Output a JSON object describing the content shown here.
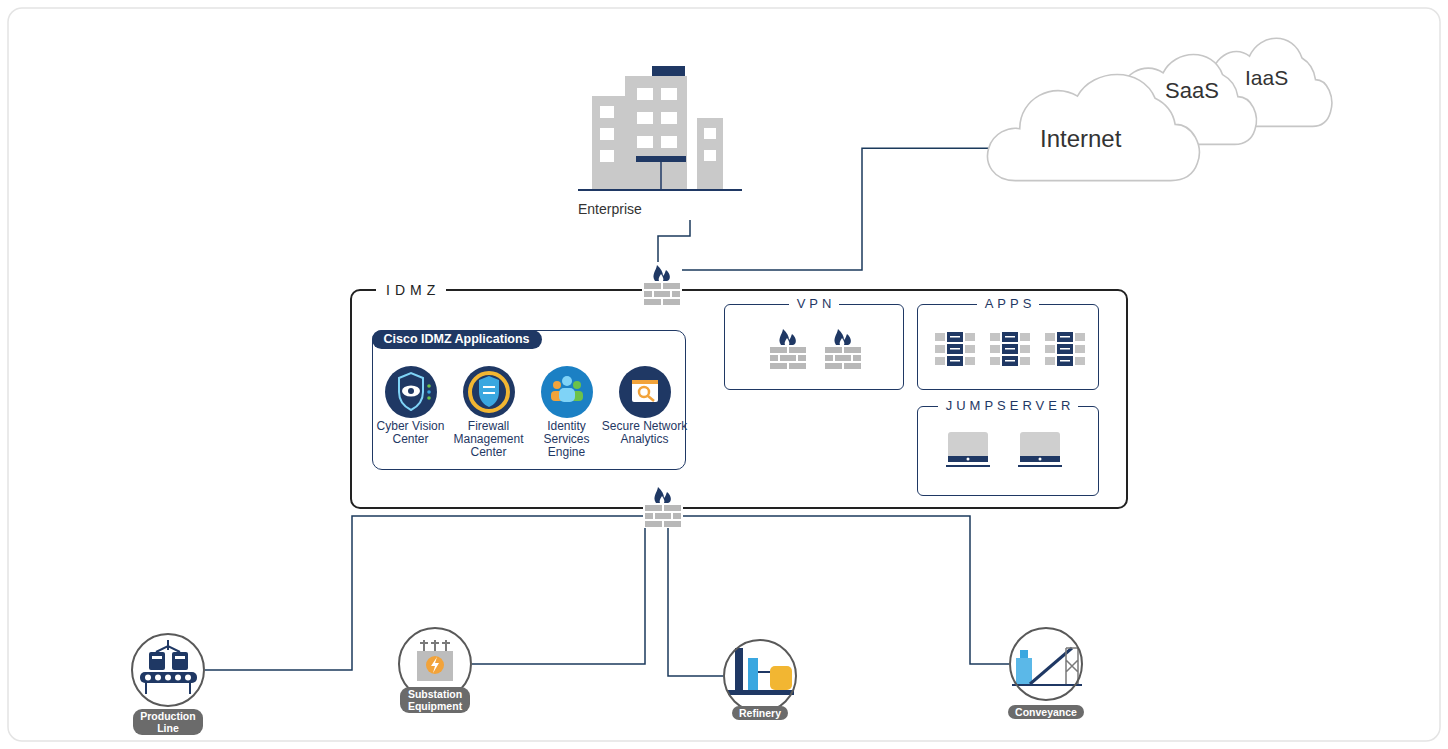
{
  "diagram": {
    "nodes": [
      {
        "text": [
          "Enterprise"
        ]
      },
      {
        "text": [
          "Internet"
        ]
      },
      {
        "text": [
          "SaaS"
        ]
      },
      {
        "text": [
          "IaaS"
        ]
      },
      {
        "text": [
          "IDMZ"
        ]
      },
      {
        "text": [
          "Cisco IDMZ Applications"
        ],
        "in": 4
      },
      {
        "text": [
          "Cyber Vision Center"
        ],
        "in": 5
      },
      {
        "text": [
          "Firewall Management Center"
        ],
        "in": 5
      },
      {
        "text": [
          "Identity Services Engine"
        ],
        "in": 5
      },
      {
        "text": [
          "Secure Network Analytics"
        ],
        "in": 5
      },
      {
        "text": [
          "VPN"
        ],
        "in": 4
      },
      {
        "text": [
          "APPS"
        ],
        "in": 4
      },
      {
        "text": [
          "JUMPSERVER"
        ],
        "in": 4
      },
      {
        "text": [
          "Production Line"
        ]
      },
      {
        "text": [
          "Substation Equipment"
        ]
      },
      {
        "text": [
          "Refinery"
        ]
      },
      {
        "text": [
          "Conveyance"
        ]
      }
    ],
    "edges": [
      {
        "from": 0,
        "to": 4,
        "arrow": "none"
      },
      {
        "from": 1,
        "to": 4,
        "arrow": "none"
      },
      {
        "from": 4,
        "to": 13,
        "arrow": "none"
      },
      {
        "from": 4,
        "to": 14,
        "arrow": "none"
      },
      {
        "from": 4,
        "to": 15,
        "arrow": "none"
      },
      {
        "from": 4,
        "to": 16,
        "arrow": "none"
      }
    ]
  }
}
